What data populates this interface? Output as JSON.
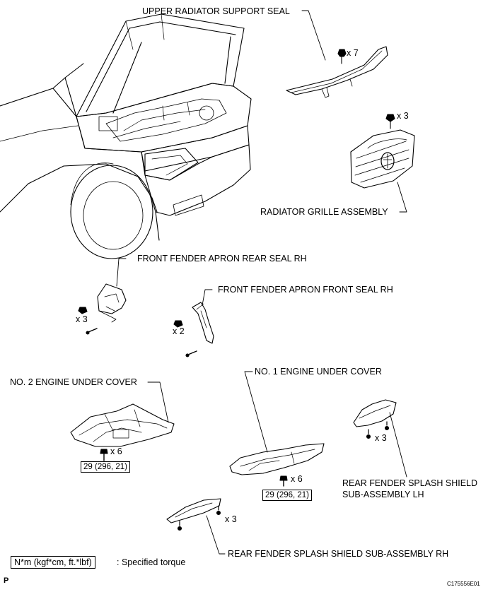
{
  "labels": {
    "upper_radiator_support_seal": "UPPER RADIATOR SUPPORT SEAL",
    "radiator_grille_assembly": "RADIATOR GRILLE ASSEMBLY",
    "front_fender_apron_rear_seal_rh": "FRONT FENDER APRON REAR SEAL RH",
    "front_fender_apron_front_seal_rh": "FRONT FENDER APRON FRONT SEAL RH",
    "no2_engine_under_cover": "NO. 2 ENGINE UNDER COVER",
    "no1_engine_under_cover": "NO. 1 ENGINE UNDER COVER",
    "rear_fender_splash_shield_lh_line1": "REAR FENDER SPLASH SHIELD",
    "rear_fender_splash_shield_lh_line2": "SUB-ASSEMBLY LH",
    "rear_fender_splash_shield_rh": "REAR FENDER SPLASH SHIELD SUB-ASSEMBLY RH"
  },
  "quantities": {
    "support_seal_clips": "x 7",
    "grille_clips": "x 3",
    "rear_seal_clips": "x 3",
    "front_seal_clips": "x 2",
    "no2_cover_bolts": "x 6",
    "no1_cover_bolts": "x 6",
    "lh_shield_fasteners": "x 3",
    "rh_shield_fasteners": "x 3"
  },
  "torques": {
    "no2_cover": "29 (296, 21)",
    "no1_cover": "29 (296, 21)"
  },
  "legend": {
    "unit": "N*m (kgf*cm, ft.*lbf)",
    "description": ": Specified torque"
  },
  "footer": {
    "page_mark": "P",
    "figure_code": "C175556E01"
  }
}
